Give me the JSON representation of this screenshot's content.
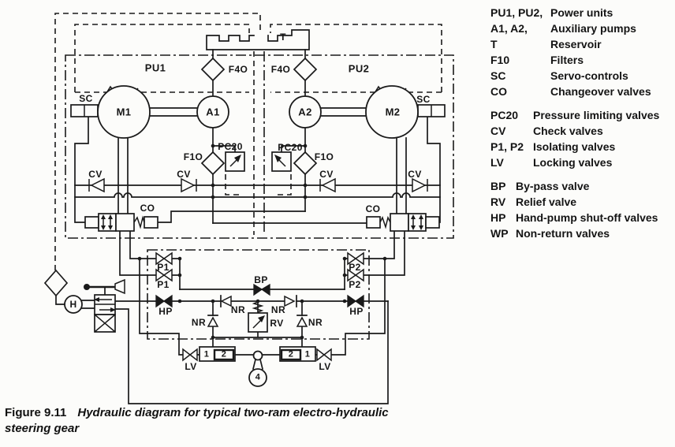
{
  "colors": {
    "ink": "#1a1a1a",
    "paper": "#fcfcfa"
  },
  "diagram": {
    "labels": {
      "pu1": "PU1",
      "pu2": "PU2",
      "t": "T",
      "f4o_l": "F4O",
      "f4o_r": "F4O",
      "sc_l": "SC",
      "sc_r": "SC",
      "m1": "M1",
      "a1": "A1",
      "a2": "A2",
      "m2": "M2",
      "pc20_l": "PC20",
      "pc20_r": "PC20",
      "f1o_l": "F1O",
      "f1o_r": "F1O",
      "cv1": "CV",
      "cv2": "CV",
      "cv3": "CV",
      "cv4": "CV",
      "co_l": "CO",
      "co_r": "CO",
      "p1a": "P1",
      "p1b": "P1",
      "p2a": "P2",
      "p2b": "P2",
      "hp_l": "HP",
      "hp_r": "HP",
      "bp": "BP",
      "nr_ul": "NR",
      "nr_ur": "NR",
      "nr_ll": "NR",
      "nr_lr": "NR",
      "rv": "RV",
      "h": "H",
      "lv_l": "LV",
      "lv_r": "LV",
      "cyl_l_1": "1",
      "cyl_l_2": "2",
      "cyl_r_2": "2",
      "cyl_r_1": "1",
      "rudder": "4"
    }
  },
  "legend": {
    "group1": [
      {
        "abbr": "PU1, PU2,",
        "desc": "Power units"
      },
      {
        "abbr": "A1, A2,",
        "desc": "Auxiliary pumps"
      },
      {
        "abbr": "T",
        "desc": "Reservoir"
      },
      {
        "abbr": "F10",
        "desc": "Filters"
      },
      {
        "abbr": "SC",
        "desc": "Servo-controls"
      },
      {
        "abbr": "CO",
        "desc": "Changeover valves"
      }
    ],
    "group2": [
      {
        "abbr": "PC20",
        "desc": "Pressure limiting valves"
      },
      {
        "abbr": "CV",
        "desc": "Check valves"
      },
      {
        "abbr": "P1, P2",
        "desc": "Isolating valves"
      },
      {
        "abbr": "LV",
        "desc": "Locking valves"
      }
    ],
    "group3": [
      {
        "abbr": "BP",
        "desc": "By-pass valve"
      },
      {
        "abbr": "RV",
        "desc": "Relief valve"
      },
      {
        "abbr": "HP",
        "desc": "Hand-pump shut-off valves"
      },
      {
        "abbr": "WP",
        "desc": "Non-return valves"
      }
    ]
  },
  "caption": {
    "prefix": "Figure 9.11",
    "text": "Hydraulic diagram for typical two-ram electro-hydraulic steering gear"
  }
}
